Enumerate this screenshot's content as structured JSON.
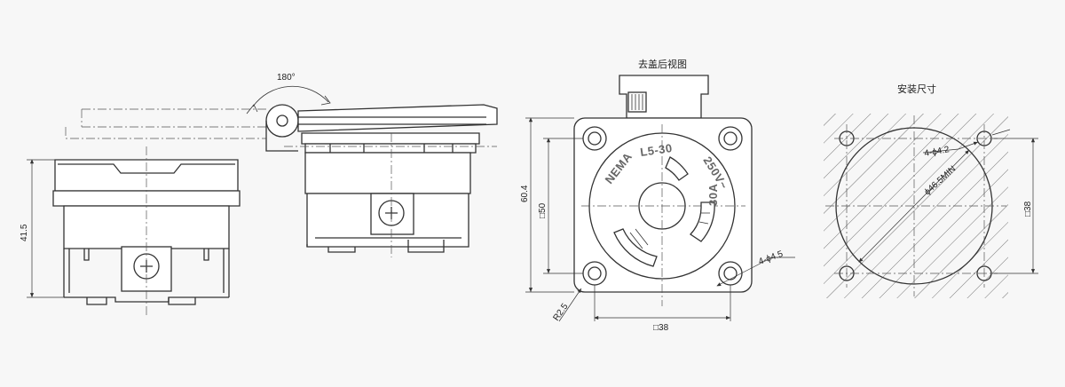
{
  "diagram": {
    "side_view": {
      "angle_label": "180°",
      "height_label": "41.5"
    },
    "back_view": {
      "title": "去盖后视图",
      "height_outer_label": "60.4",
      "height_inner_label": "□50",
      "width_label": "□38",
      "radius_label": "R2.5",
      "hole_label": "4-ϕ4.5",
      "face_text": {
        "brand": "NEMA",
        "model": "L5-30",
        "voltage": "250V~",
        "current": "30A"
      }
    },
    "mounting_view": {
      "title": "安装尺寸",
      "hole_label": "4-ϕ4.2",
      "diameter_label": "ϕ46.5MIN",
      "size_label": "□38"
    }
  }
}
